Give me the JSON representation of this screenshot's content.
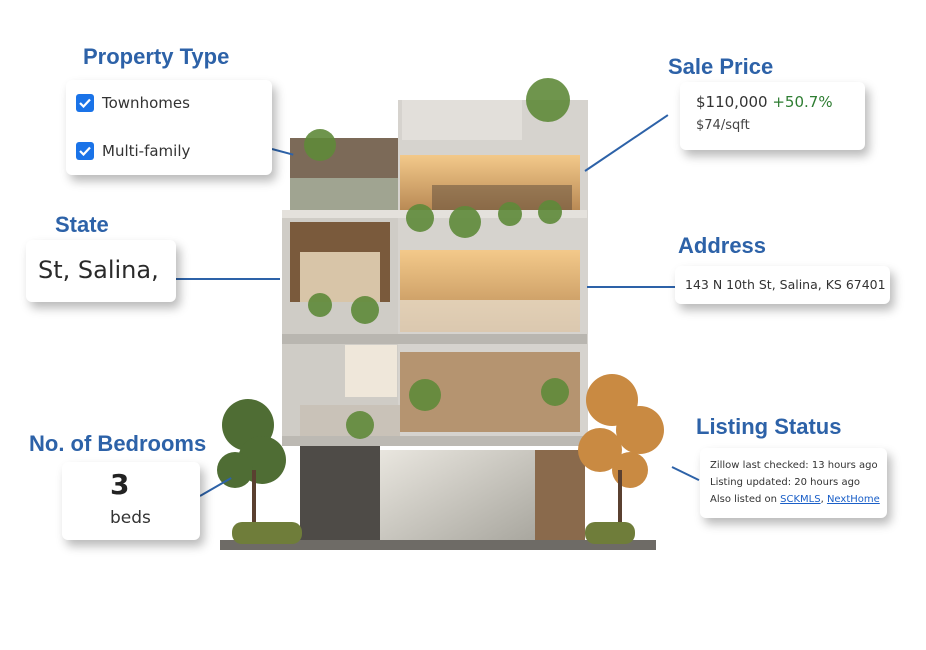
{
  "property_type": {
    "heading": "Property Type",
    "options": [
      {
        "label": "Townhomes",
        "checked": true
      },
      {
        "label": "Multi-family",
        "checked": true
      }
    ]
  },
  "state": {
    "heading": "State",
    "value": "St, Salina,"
  },
  "bedrooms": {
    "heading": "No. of Bedrooms",
    "count": "3",
    "unit": "beds"
  },
  "sale_price": {
    "heading": "Sale Price",
    "price": "$110,000",
    "change": "+50.7%",
    "per_sqft": "$74/sqft",
    "change_color": "#2e7d32"
  },
  "address": {
    "heading": "Address",
    "value": "143 N 10th St, Salina, KS 67401"
  },
  "listing_status": {
    "heading": "Listing Status",
    "zillow_checked": "Zillow last checked: 13 hours ago",
    "listing_updated": "Listing updated: 20 hours ago",
    "also_listed_prefix": "Also listed on ",
    "also_listed_separator": ", ",
    "sources": [
      "SCKMLS",
      "NextHome"
    ]
  },
  "colors": {
    "heading": "#2d62a8",
    "checkbox": "#1a73e8",
    "link": "#1a5fc8"
  }
}
